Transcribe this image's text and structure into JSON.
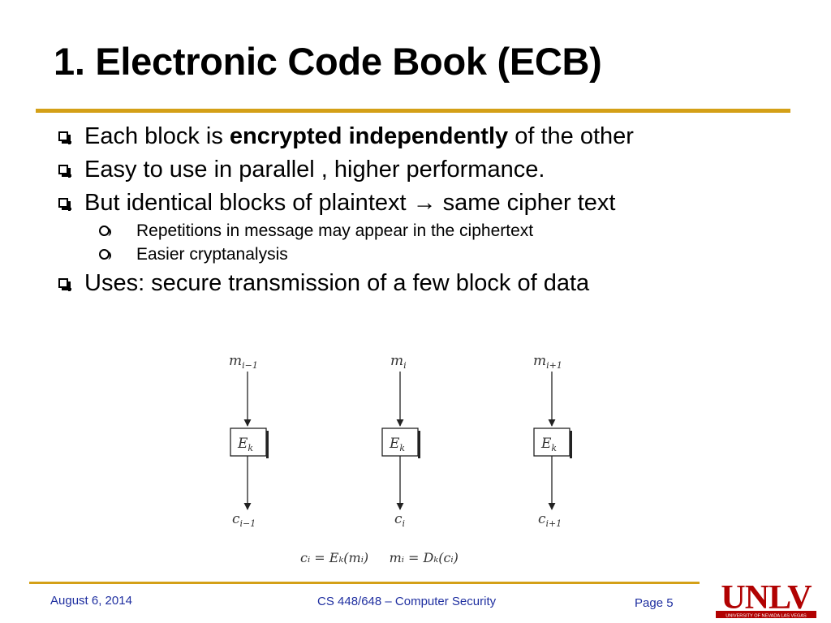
{
  "title": "1. Electronic Code Book (ECB)",
  "bullets": [
    {
      "pre": "Each block is ",
      "bold": "encrypted independently",
      "post": " of the other"
    },
    {
      "text": "Easy to use in parallel , higher performance."
    },
    {
      "pre": "But identical blocks of plaintext ",
      "arrow": "→",
      "post": " same cipher text"
    },
    {
      "text": "Repetitions in message may appear in the ciphertext"
    },
    {
      "text": "Easier cryptanalysis"
    },
    {
      "text": "Uses: secure transmission of a few block of data"
    }
  ],
  "diagram": {
    "inputs": [
      "m",
      "m",
      "m"
    ],
    "input_subs": [
      "i−1",
      "i",
      "i+1"
    ],
    "block_label": "E",
    "block_sub": "k",
    "outputs": [
      "c",
      "c",
      "c"
    ],
    "output_subs": [
      "i−1",
      "i",
      "i+1"
    ],
    "formula": "cᵢ = Eₖ(mᵢ)     mᵢ = Dₖ(cᵢ)"
  },
  "footer": {
    "date": "August 6, 2014",
    "course": "CS 448/648 – Computer Security",
    "page": "Page 5"
  },
  "logo": {
    "text": "UNLV",
    "tagline": "UNIVERSITY OF NEVADA LAS VEGAS",
    "color": "#B10202"
  },
  "colors": {
    "accent_rule": "#D4A017",
    "footer_text": "#1f2fa0"
  }
}
